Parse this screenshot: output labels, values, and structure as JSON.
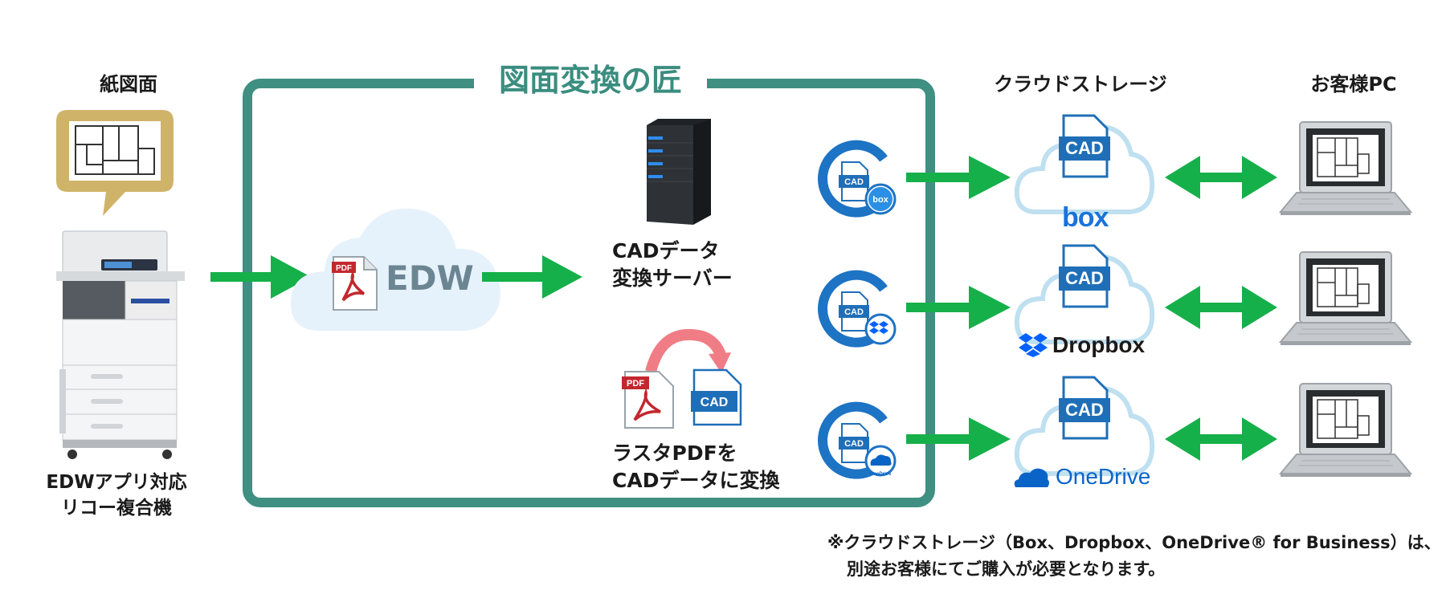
{
  "labels": {
    "paper_drawing": "紙図面",
    "printer": [
      "EDWアプリ対応",
      "リコー複合機"
    ],
    "service_title": "図面変換の匠",
    "cloud_app": "EDW",
    "server": [
      "CADデータ",
      "変換サーバー"
    ],
    "conversion": [
      "ラスタPDFを",
      "CADデータに変換"
    ],
    "storage_heading": "クラウドストレージ",
    "customer_pc_heading": "お客様PC"
  },
  "icons": {
    "pdf_badge": "PDF",
    "cad_badge": "CAD"
  },
  "services": [
    {
      "id": "box",
      "name": "box",
      "badge": "box"
    },
    {
      "id": "dropbox",
      "name": "Dropbox",
      "badge": ""
    },
    {
      "id": "onedrive",
      "name": "OneDrive",
      "badge": "OneDrive"
    }
  ],
  "footnote": [
    "※クラウドストレージ（Box、Dropbox、OneDrive® for Business）は、",
    "別途お客様にてご購入が必要となります。"
  ],
  "colors": {
    "frame": "#3f8f82",
    "arrow_green": "#16b04a",
    "pdf_red": "#c3272e",
    "cad_blue": "#1f6fb8",
    "cloud_fill": "#e6f2fb",
    "bubble_gold": "#cfb369",
    "rotate_pink": "#f07d86",
    "box_blue": "#1a73d9",
    "dropbox_blue": "#0061fe",
    "onedrive_blue": "#0a64c8"
  }
}
